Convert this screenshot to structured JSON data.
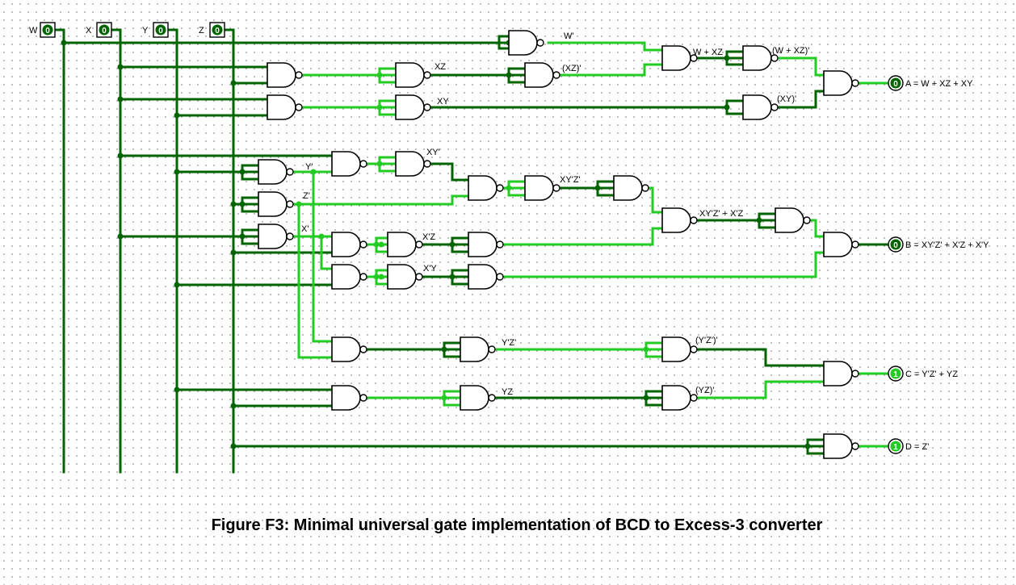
{
  "inputs": [
    {
      "name": "W",
      "value": "0"
    },
    {
      "name": "X",
      "value": "0"
    },
    {
      "name": "Y",
      "value": "0"
    },
    {
      "name": "Z",
      "value": "0"
    }
  ],
  "outputs": [
    {
      "value": "0",
      "label": "A = W + XZ + XY"
    },
    {
      "value": "0",
      "label": "B = XY'Z' + X'Z + X'Y"
    },
    {
      "value": "1",
      "label": "C = Y'Z' + YZ"
    },
    {
      "value": "1",
      "label": "D = Z'"
    }
  ],
  "wire_labels": {
    "w_not": "W'",
    "xz": "XZ",
    "xz_not": "(XZ)'",
    "w_plus_xz": "W + XZ",
    "w_plus_xz_not": "(W + XZ)'",
    "xy": "XY",
    "xy_not": "(XY)'",
    "y_not": "Y'",
    "z_not": "Z'",
    "x_not": "X'",
    "xy_prime": "XY'",
    "xypzp": "XY'Z'",
    "b_partial": "XY'Z' + X'Z",
    "x_not_z": "X'Z",
    "x_not_y": "X'Y",
    "ypzp": "Y'Z'",
    "ypzp_not": "(Y'Z')'",
    "yz": "YZ",
    "yz_not": "(YZ)'"
  },
  "caption": "Figure F3: Minimal universal gate implementation of BCD to Excess-3 converter",
  "colors": {
    "wire_low": "#006400",
    "wire_high": "#22cc22",
    "gate": "#000000",
    "background": "#ffffff"
  }
}
